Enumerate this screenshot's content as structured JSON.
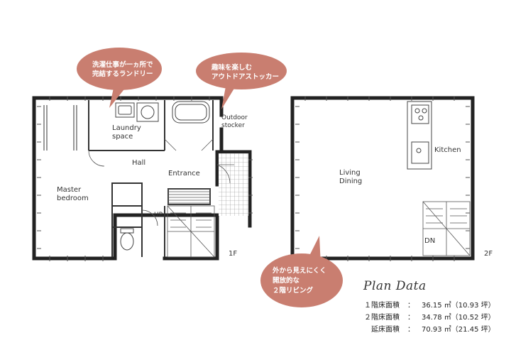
{
  "plan": {
    "rooms_1f": {
      "laundry": "Laundry\nspace",
      "outdoor": "Outdoor\nstocker",
      "hall": "Hall",
      "entrance": "Entrance",
      "master": "Master\nbedroom",
      "up": "UP"
    },
    "rooms_2f": {
      "living": "Living\nDining",
      "kitchen": "Kitchen",
      "dn": "DN"
    },
    "floor_labels": {
      "first": "1F",
      "second": "2F"
    },
    "bubbles": {
      "laundry": "洗濯仕事が一ヵ所で\n完結するランドリー",
      "stocker": "趣味を楽しむ\nアウトドアストッカー",
      "living": "外から見えにくく\n開放的な\n２階リビング"
    },
    "colors": {
      "bubble": "#c97e70",
      "wall": "#222222"
    },
    "plan_data": {
      "title": "Plan Data",
      "rows": [
        {
          "label": "１階床面積",
          "value": "36.15 ㎡（10.93 坪）"
        },
        {
          "label": "２階床面積",
          "value": "34.78 ㎡（10.52 坪）"
        },
        {
          "label": "延床面積",
          "value": "70.93 ㎡（21.45 坪）"
        }
      ]
    }
  }
}
